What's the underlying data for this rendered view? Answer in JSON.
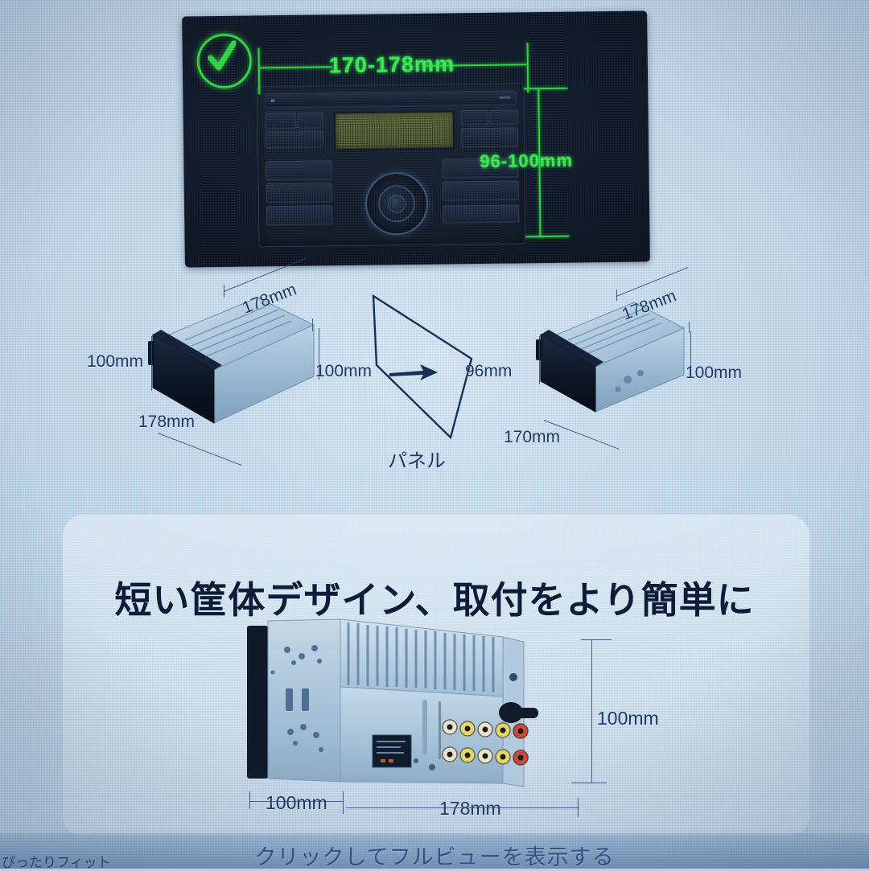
{
  "page": {
    "background_color": "#b9cfe4",
    "headline": "短い筐体デザイン、取付をより簡単に",
    "footer_note": "クリックしてフルビューを表示する",
    "corner_note": "ぴったりフィット"
  },
  "colors": {
    "dimension_green": "#3dfb55",
    "dimension_blue": "#1d3a66",
    "photo_dark": "#0a1527",
    "lcd_olive": "#5f6b33"
  },
  "dash_photo": {
    "name": "car-dashboard-opening-photo",
    "check_icon": "check-circle-icon",
    "width_label": "170-178mm",
    "height_label": "96-100mm"
  },
  "iso_left": {
    "name": "double-din-chassis-left",
    "top_label": "178mm",
    "left_label": "100mm",
    "bottom_label": "178mm",
    "right_label": "100mm"
  },
  "panel": {
    "name": "mounting-panel-diagram",
    "label": "パネル",
    "arrow_icon": "arrow-right-icon",
    "depth_label": "96mm"
  },
  "iso_right": {
    "name": "double-din-chassis-right",
    "top_label": "178mm",
    "left_label": "96mm",
    "bottom_label": "170mm",
    "right_label": "100mm"
  },
  "lower_unit": {
    "name": "head-unit-rear-photo",
    "height_label": "100mm",
    "depth_label": "100mm",
    "width_label": "178mm"
  }
}
